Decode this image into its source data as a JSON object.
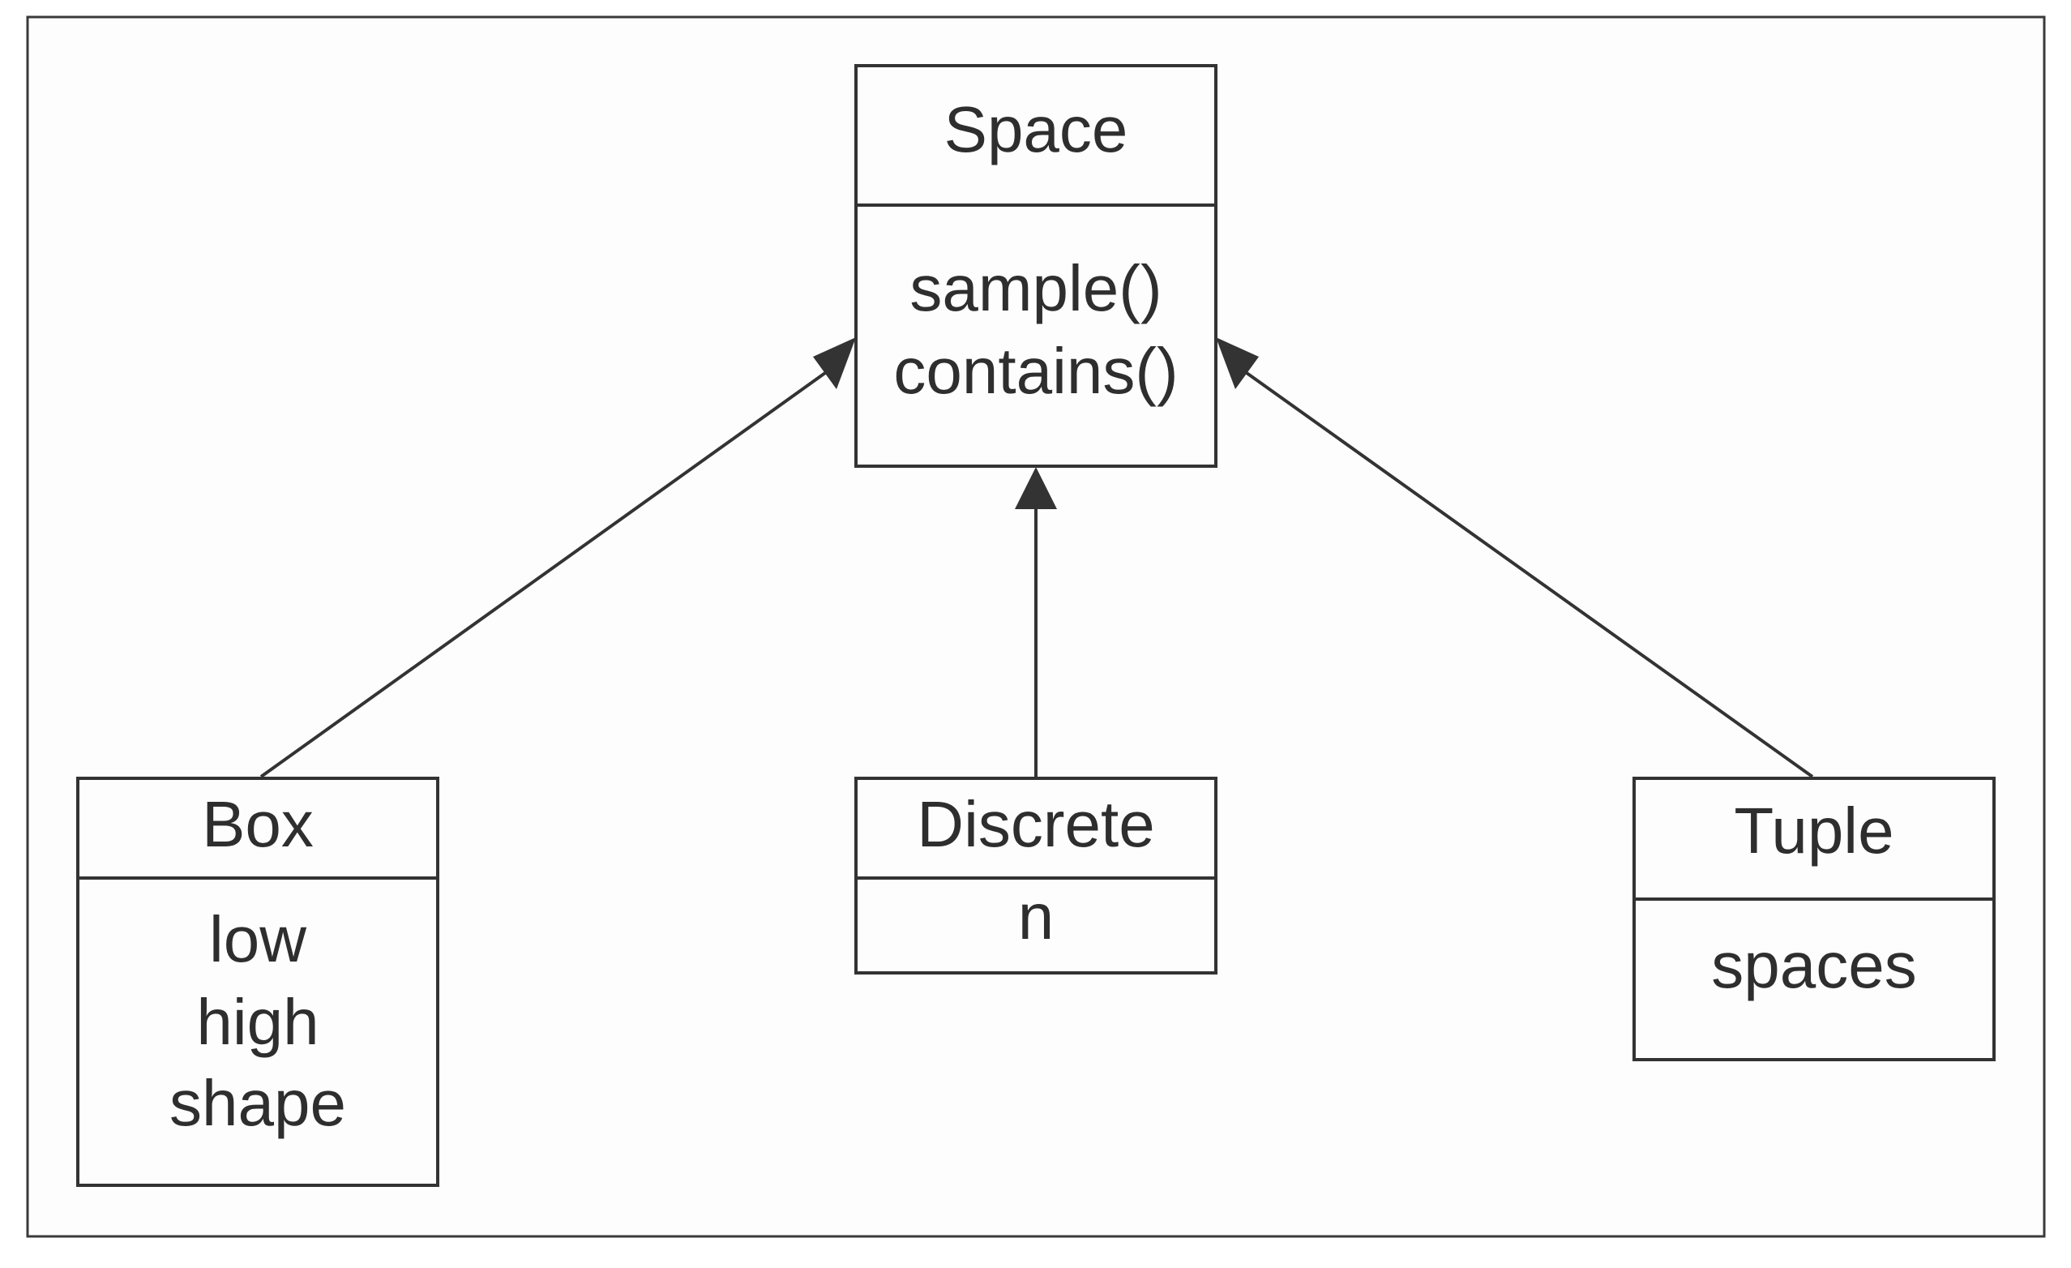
{
  "diagram": {
    "type": "uml-class-hierarchy",
    "classes": {
      "space": {
        "name": "Space",
        "members": [
          "sample()",
          "contains()"
        ]
      },
      "box": {
        "name": "Box",
        "members": [
          "low",
          "high",
          "shape"
        ]
      },
      "discrete": {
        "name": "Discrete",
        "members": [
          "n"
        ]
      },
      "tuple": {
        "name": "Tuple",
        "members": [
          "spaces"
        ]
      }
    },
    "relations": [
      {
        "from": "Box",
        "to": "Space",
        "kind": "inheritance"
      },
      {
        "from": "Discrete",
        "to": "Space",
        "kind": "inheritance"
      },
      {
        "from": "Tuple",
        "to": "Space",
        "kind": "inheritance"
      }
    ]
  }
}
